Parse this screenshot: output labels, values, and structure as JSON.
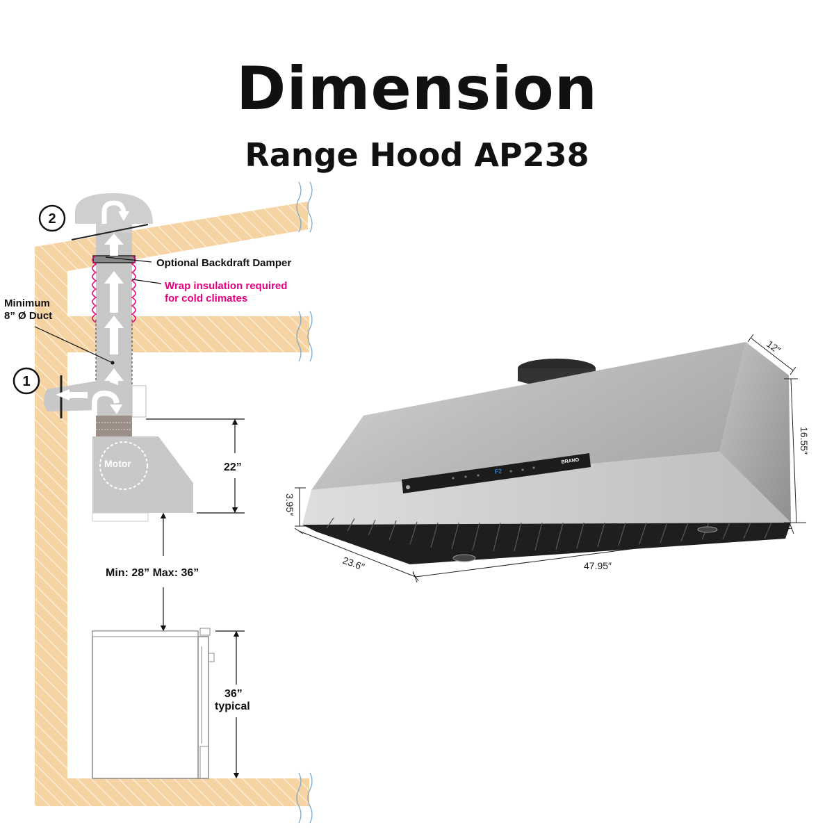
{
  "title": "Dimension",
  "subtitle": "Range Hood AP238",
  "colors": {
    "wall": "#f6d3a2",
    "hatch": "#ffffff",
    "duct": "#c8c8c8",
    "insulation": "#e4007f",
    "steel": "#b9b9b9",
    "text": "#111111"
  },
  "install_diagram": {
    "vent_option_1": "1",
    "vent_option_2": "2",
    "damper_label": "Optional Backdraft Damper",
    "insulation_label_line1": "Wrap insulation required",
    "insulation_label_line2": "for cold climates",
    "duct_label_line1": "Minimum",
    "duct_label_line2": "8” Ø Duct",
    "motor_label": "Motor",
    "hood_height": "22”",
    "mount_height": "Min: 28”  Max: 36”",
    "counter_height_line1": "36”",
    "counter_height_line2": "typical"
  },
  "hood": {
    "brand": "BRANO",
    "display_code": "F2",
    "dim_top_depth": "12″",
    "dim_back_height": "16.55″",
    "dim_front_height": "3.95″",
    "dim_bottom_depth": "23.6″",
    "dim_width": "47.95″"
  }
}
